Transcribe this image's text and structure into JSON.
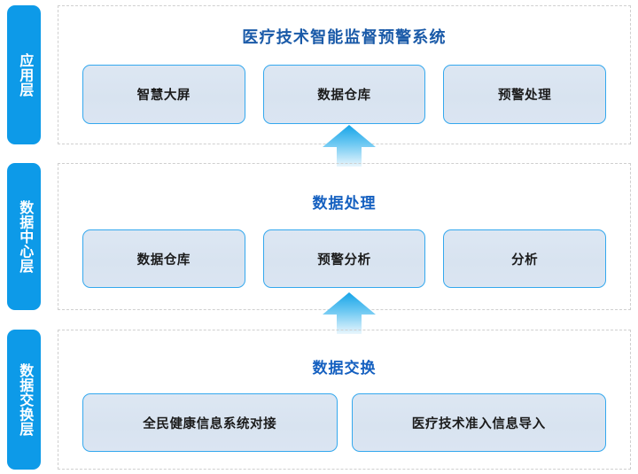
{
  "diagram": {
    "title": "医疗技术智能监督预警系统",
    "colors": {
      "layer_tab_bg": "#0d9ae8",
      "node_border": "#34a8ee",
      "node_fill": "#dce6f2",
      "section_title": "#1560c0",
      "main_title": "#1a5aa8",
      "arrow_top": "#17a6e8",
      "arrow_bottom": "#dff1fc",
      "container_border": "#cfcfcf"
    },
    "layers": [
      {
        "tab_label": "应用层",
        "title": "医疗技术智能监督预警系统",
        "is_main_title": true,
        "nodes": [
          "智慧大屏",
          "数据仓库",
          "预警处理"
        ]
      },
      {
        "tab_label": "数据中心层",
        "title": "数据处理",
        "is_main_title": false,
        "nodes": [
          "数据仓库",
          "预警分析",
          "分析"
        ]
      },
      {
        "tab_label": "数据交换层",
        "title": "数据交换",
        "is_main_title": false,
        "nodes": [
          "全民健康信息系统对接",
          "医疗技术准入信息导入"
        ]
      }
    ],
    "arrows": [
      {
        "name": "arrow-data-center-to-application",
        "direction": "up"
      },
      {
        "name": "arrow-data-exchange-to-data-center",
        "direction": "up"
      }
    ]
  }
}
